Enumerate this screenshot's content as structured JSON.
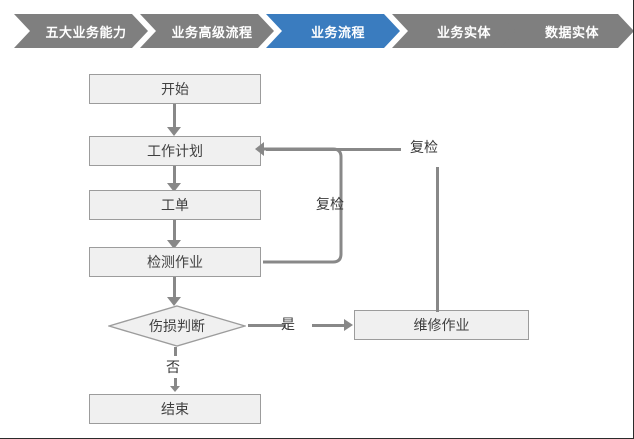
{
  "page": {
    "title": "业务流程",
    "background_color": "#ffffff"
  },
  "breadcrumb": {
    "active_index": 2,
    "active_color": "#3a7cbf",
    "inactive_color": "#7f7f7f",
    "text_color": "#ffffff",
    "items": [
      {
        "label": "五大业务能力",
        "active": false
      },
      {
        "label": "业务高级流程",
        "active": false
      },
      {
        "label": "业务流程",
        "active": true
      },
      {
        "label": "业务实体",
        "active": false
      },
      {
        "label": "数据实体",
        "active": false
      }
    ]
  },
  "flowchart": {
    "node_fill": "#f0f0f0",
    "node_border": "#9c9c9c",
    "connector_color": "#888888",
    "text_color": "#404040",
    "nodes": [
      {
        "id": "start",
        "label": "开始",
        "shape": "rect"
      },
      {
        "id": "work-plan",
        "label": "工作计划",
        "shape": "rect"
      },
      {
        "id": "work-order",
        "label": "工单",
        "shape": "rect"
      },
      {
        "id": "inspection-task",
        "label": "检测作业",
        "shape": "rect"
      },
      {
        "id": "damage-judgement",
        "label": "伤损判断",
        "shape": "diamond"
      },
      {
        "id": "repair-task",
        "label": "维修作业",
        "shape": "rect"
      },
      {
        "id": "end",
        "label": "结束",
        "shape": "rect"
      }
    ],
    "edge_labels": {
      "recheck_inner": "复检",
      "recheck_outer": "复检",
      "yes": "是",
      "no": "否"
    }
  }
}
